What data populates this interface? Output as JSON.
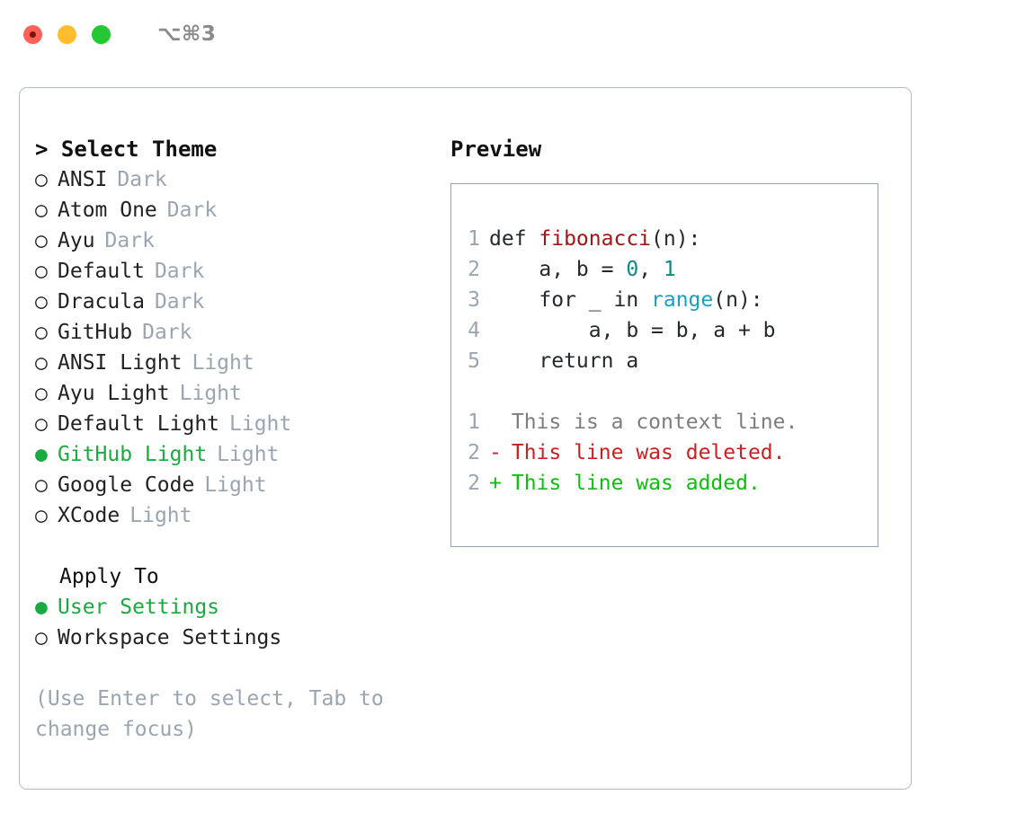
{
  "titlebar": {
    "shortcut": "⌥⌘3",
    "buttons": [
      {
        "name": "close",
        "color": "#ff6159"
      },
      {
        "name": "minimize",
        "color": "#ffbd2e"
      },
      {
        "name": "zoom",
        "color": "#23c832"
      }
    ]
  },
  "theme_picker": {
    "header": "> Select Theme",
    "items": [
      {
        "marker": "○",
        "label": "ANSI",
        "variant": "Dark",
        "selected": false
      },
      {
        "marker": "○",
        "label": "Atom One",
        "variant": "Dark",
        "selected": false
      },
      {
        "marker": "○",
        "label": "Ayu",
        "variant": "Dark",
        "selected": false
      },
      {
        "marker": "○",
        "label": "Default",
        "variant": "Dark",
        "selected": false
      },
      {
        "marker": "○",
        "label": "Dracula",
        "variant": "Dark",
        "selected": false
      },
      {
        "marker": "○",
        "label": "GitHub",
        "variant": "Dark",
        "selected": false
      },
      {
        "marker": "○",
        "label": "ANSI Light",
        "variant": "Light",
        "selected": false
      },
      {
        "marker": "○",
        "label": "Ayu Light",
        "variant": "Light",
        "selected": false
      },
      {
        "marker": "○",
        "label": "Default Light",
        "variant": "Light",
        "selected": false
      },
      {
        "marker": "●",
        "label": "GitHub Light",
        "variant": "Light",
        "selected": true
      },
      {
        "marker": "○",
        "label": "Google Code",
        "variant": "Light",
        "selected": false
      },
      {
        "marker": "○",
        "label": "XCode",
        "variant": "Light",
        "selected": false
      }
    ]
  },
  "apply_to": {
    "title": "Apply To",
    "items": [
      {
        "marker": "●",
        "label": "User Settings",
        "selected": true
      },
      {
        "marker": "○",
        "label": "Workspace Settings",
        "selected": false
      }
    ]
  },
  "hint": "(Use Enter to select, Tab to change focus)",
  "preview": {
    "title": "Preview",
    "code_lines": [
      {
        "num": "1",
        "tokens": [
          {
            "t": "def ",
            "c": "kw"
          },
          {
            "t": "fibonacci",
            "c": "fn"
          },
          {
            "t": "(n):",
            "c": "pl"
          }
        ]
      },
      {
        "num": "2",
        "tokens": [
          {
            "t": "    a, b = ",
            "c": "pl"
          },
          {
            "t": "0",
            "c": "num"
          },
          {
            "t": ", ",
            "c": "pl"
          },
          {
            "t": "1",
            "c": "num"
          }
        ]
      },
      {
        "num": "3",
        "tokens": [
          {
            "t": "    for _ in ",
            "c": "kw"
          },
          {
            "t": "range",
            "c": "call"
          },
          {
            "t": "(n):",
            "c": "pl"
          }
        ]
      },
      {
        "num": "4",
        "tokens": [
          {
            "t": "        a, b = b, a + b",
            "c": "pl"
          }
        ]
      },
      {
        "num": "5",
        "tokens": [
          {
            "t": "    return a",
            "c": "kw"
          }
        ]
      }
    ],
    "diff_lines": [
      {
        "num": "1",
        "sign": " ",
        "text": "This is a context line.",
        "kind": "context"
      },
      {
        "num": "2",
        "sign": "-",
        "text": "This line was deleted.",
        "kind": "del"
      },
      {
        "num": "2",
        "sign": "+",
        "text": "This line was added.",
        "kind": "add"
      }
    ]
  },
  "colors": {
    "selected_green": "#1aaa3f",
    "diff_add_green": "#0dbf0d",
    "diff_del_red": "#cc2020",
    "muted_gray": "#9aa5b1",
    "border": "#b4bcc8",
    "function_red": "#a31515",
    "number_teal": "#0d8b80",
    "call_blue": "#1a9fc0"
  }
}
